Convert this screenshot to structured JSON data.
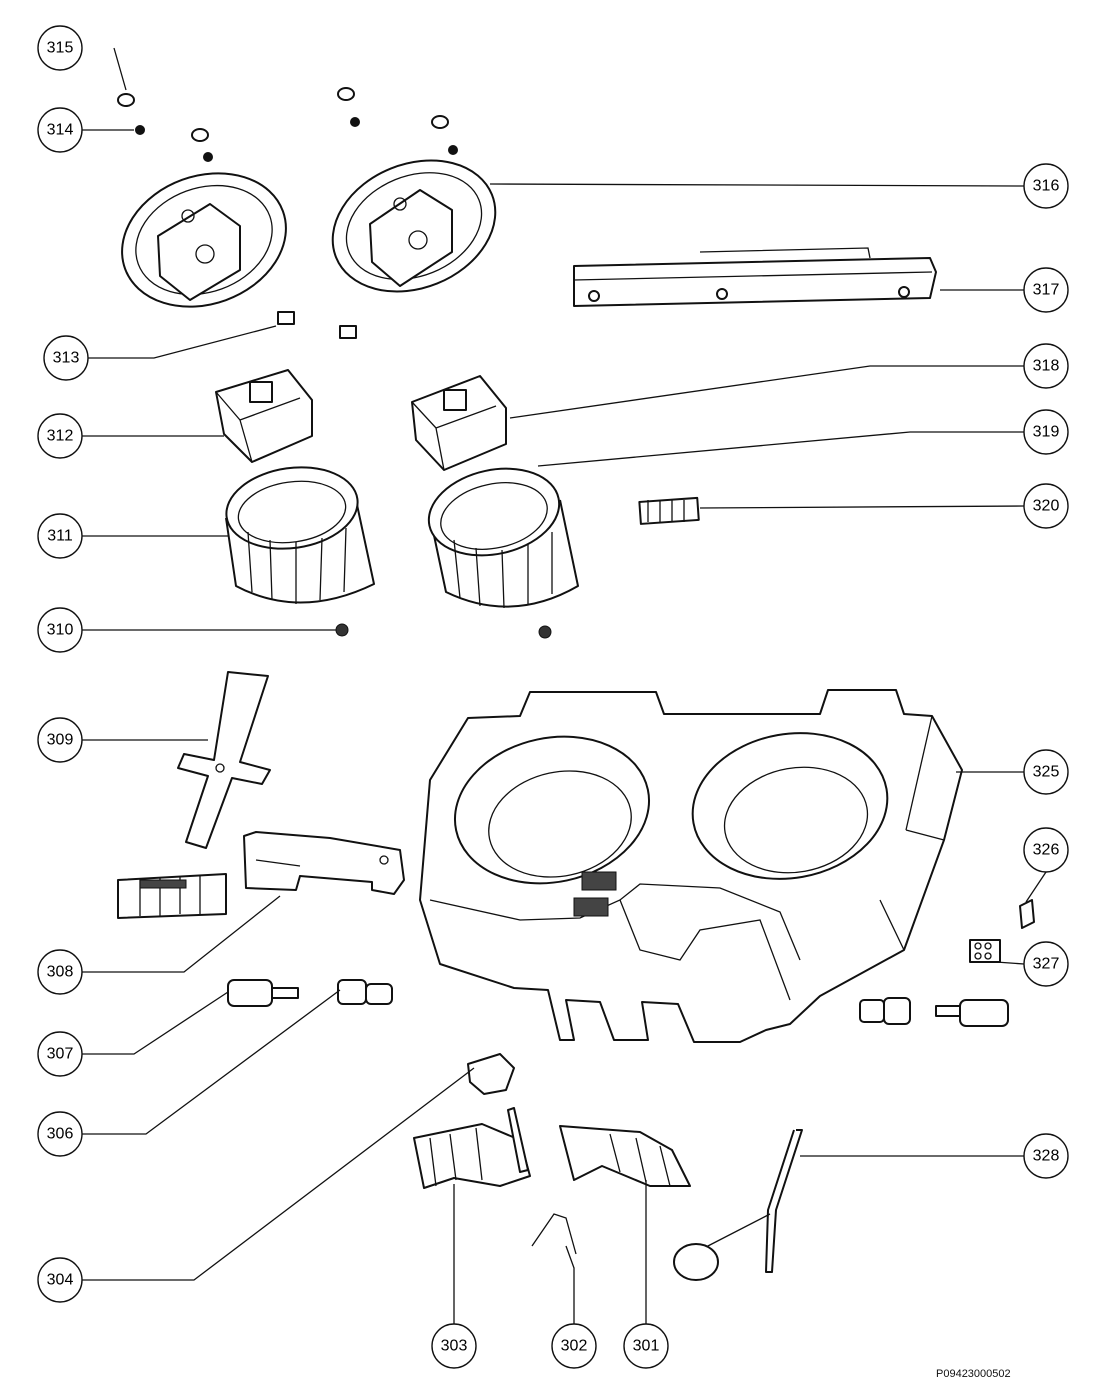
{
  "callouts": [
    {
      "id": "c315",
      "label": "315"
    },
    {
      "id": "c314",
      "label": "314"
    },
    {
      "id": "c316",
      "label": "316"
    },
    {
      "id": "c317",
      "label": "317"
    },
    {
      "id": "c313",
      "label": "313"
    },
    {
      "id": "c318",
      "label": "318"
    },
    {
      "id": "c312",
      "label": "312"
    },
    {
      "id": "c319",
      "label": "319"
    },
    {
      "id": "c320",
      "label": "320"
    },
    {
      "id": "c311",
      "label": "311"
    },
    {
      "id": "c310",
      "label": "310"
    },
    {
      "id": "c309",
      "label": "309"
    },
    {
      "id": "c325",
      "label": "325"
    },
    {
      "id": "c326",
      "label": "326"
    },
    {
      "id": "c308",
      "label": "308"
    },
    {
      "id": "c327",
      "label": "327"
    },
    {
      "id": "c307",
      "label": "307"
    },
    {
      "id": "c306",
      "label": "306"
    },
    {
      "id": "c328",
      "label": "328"
    },
    {
      "id": "c304",
      "label": "304"
    },
    {
      "id": "c303",
      "label": "303"
    },
    {
      "id": "c302",
      "label": "302"
    },
    {
      "id": "c301",
      "label": "301"
    }
  ],
  "drawing_reference": "P09423000502"
}
